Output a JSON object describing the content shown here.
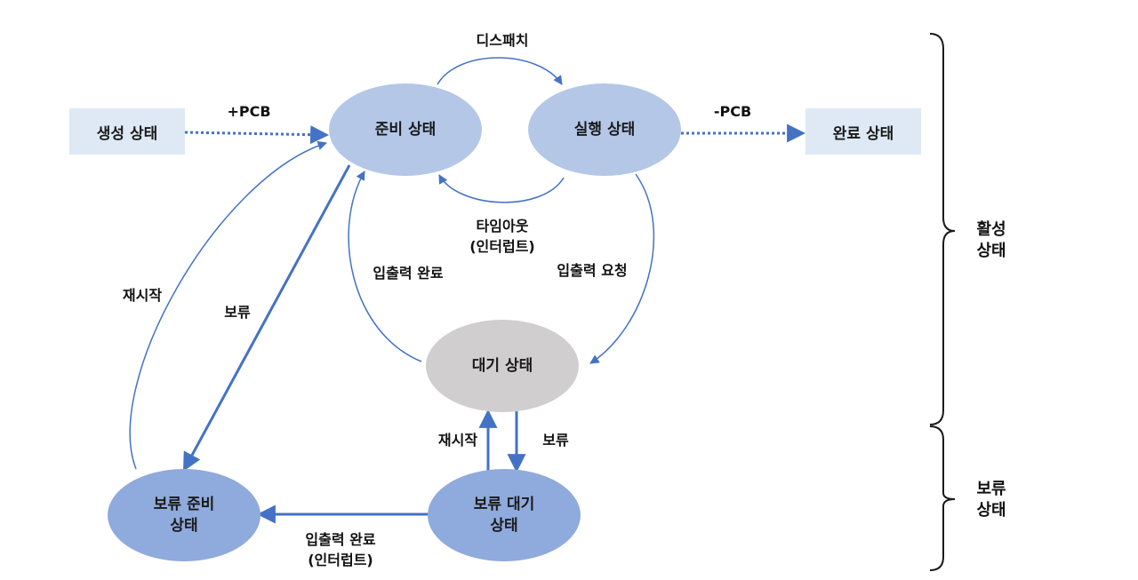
{
  "colors": {
    "ready_running": "#b4c7e7",
    "waiting": "#d0cece",
    "suspended": "#8faadc",
    "new_done_box": "#dfe9f5",
    "edge": "#4472c4"
  },
  "nodes": {
    "new_state": "생성 상태",
    "ready_state": "준비 상태",
    "running_state": "실행 상태",
    "done_state": "완료 상태",
    "waiting_state": "대기 상태",
    "suspended_ready": "보류 준비\n상태",
    "suspended_waiting": "보류 대기\n상태"
  },
  "edge_labels": {
    "dispatch": "디스패치",
    "plus_pcb": "+PCB",
    "minus_pcb": "-PCB",
    "timeout": "타임아웃\n(인터럽트)",
    "io_complete": "입출력 완료",
    "io_request": "입출력 요청",
    "resume_left": "재시작",
    "suspend_left": "보류",
    "resume_bottom": "재시작",
    "suspend_bottom": "보류",
    "io_complete_interrupt": "입출력 완료\n(인터럽트)"
  },
  "groups": {
    "active": "활성\n상태",
    "suspended": "보류\n상태"
  }
}
